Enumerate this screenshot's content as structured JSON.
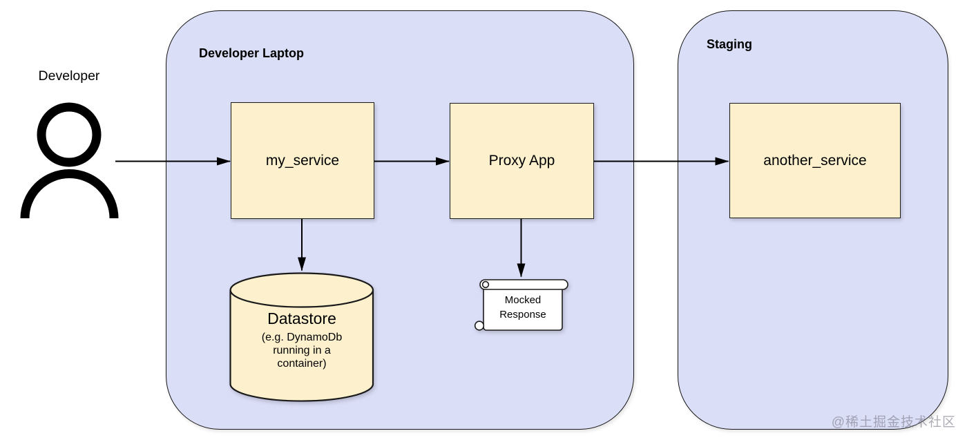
{
  "actor": {
    "label": "Developer"
  },
  "containers": {
    "developer_laptop": {
      "label": "Developer Laptop",
      "fill": "#dbdef7"
    },
    "staging": {
      "label": "Staging",
      "fill": "#dbdef7"
    }
  },
  "nodes": {
    "my_service": {
      "label": "my_service",
      "fill": "#fcf0cd"
    },
    "proxy_app": {
      "label": "Proxy App",
      "fill": "#fcf0cd"
    },
    "another_service": {
      "label": "another_service",
      "fill": "#fcf0cd"
    },
    "datastore": {
      "title": "Datastore",
      "subtitle_line1": "(e.g. DynamoDb",
      "subtitle_line2": "running in a",
      "subtitle_line3": "container)",
      "shape": "cylinder",
      "fill": "#fcf0cd"
    },
    "mocked_response": {
      "line1": "Mocked",
      "line2": "Response",
      "shape": "scroll",
      "fill": "#ffffff"
    }
  },
  "edges": {
    "developer_to_my_service": {
      "from": "Developer",
      "to": "my_service"
    },
    "my_service_to_proxy_app": {
      "from": "my_service",
      "to": "Proxy App"
    },
    "proxy_app_to_another_service": {
      "from": "Proxy App",
      "to": "another_service"
    },
    "my_service_to_datastore": {
      "from": "my_service",
      "to": "Datastore"
    },
    "proxy_app_to_mocked_response": {
      "from": "Proxy App",
      "to": "Mocked Response"
    }
  },
  "watermark": {
    "text": "@稀土掘金技术社区"
  },
  "colors": {
    "container_fill": "#dbdef7",
    "node_fill": "#fcf0cd",
    "border": "#141414",
    "edge": "#000000",
    "watermark": "#8a8a94",
    "background": "#ffffff"
  }
}
